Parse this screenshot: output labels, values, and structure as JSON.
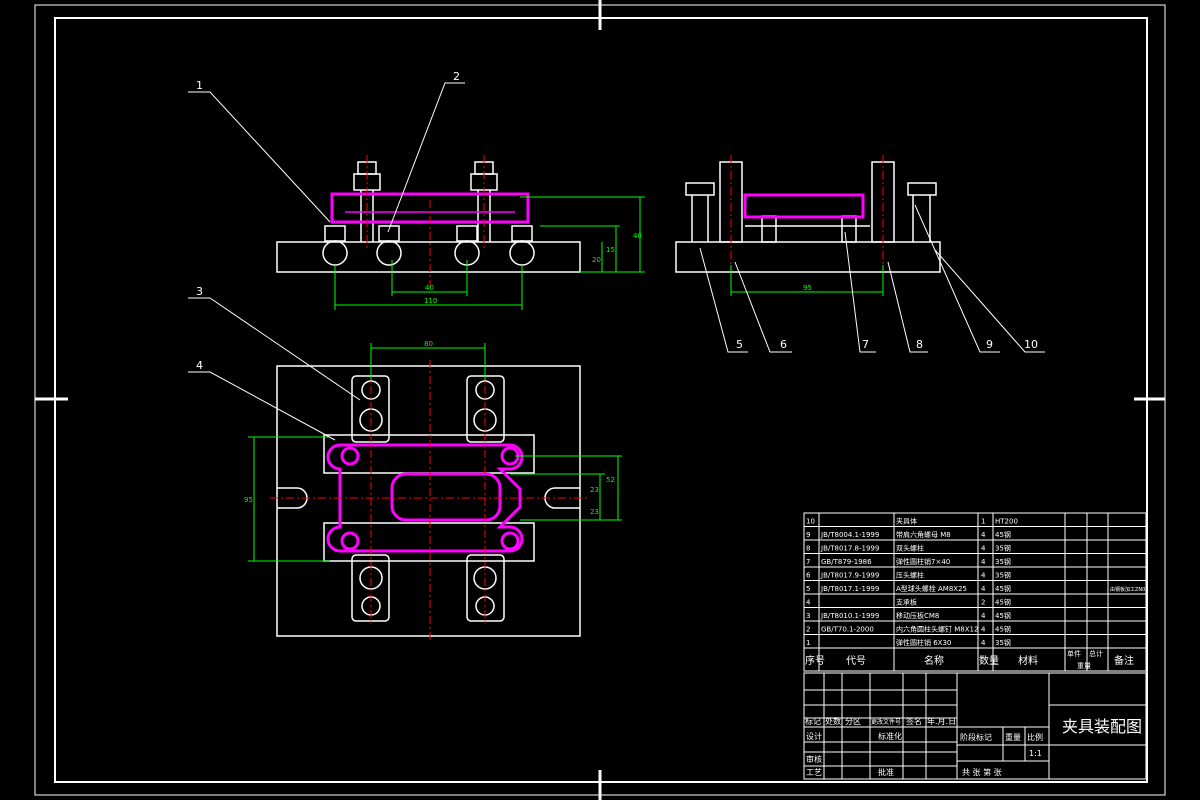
{
  "colors": {
    "background": "#000000",
    "outline": "#ffffff",
    "clamp": "#ff00ff",
    "dimension": "#00ff00",
    "center": "#ff0000"
  },
  "balloons": [
    "1",
    "2",
    "3",
    "4",
    "5",
    "6",
    "7",
    "8",
    "9",
    "10"
  ],
  "dimensions": {
    "front_width": "110",
    "front_inner": "40",
    "front_height": "40",
    "front_h2": "20",
    "front_h3": "15",
    "side_width": "95",
    "plan_top": "80",
    "plan_left": "95",
    "plan_r1": "52",
    "plan_r2": "23",
    "plan_r3": "23"
  },
  "bom": {
    "rows": [
      {
        "no": "10",
        "code": "",
        "name": "夹具体",
        "qty": "1",
        "material": "HT200",
        "note": ""
      },
      {
        "no": "9",
        "code": "JB/T8004.1-1999",
        "name": "带肩六角螺母 M8",
        "qty": "4",
        "material": "45钢",
        "note": ""
      },
      {
        "no": "8",
        "code": "JB/T8017.8-1999",
        "name": "双头螺柱",
        "qty": "4",
        "material": "35钢",
        "note": ""
      },
      {
        "no": "7",
        "code": "GB/T879-1986",
        "name": "弹性圆柱销7×40",
        "qty": "4",
        "material": "35钢",
        "note": ""
      },
      {
        "no": "6",
        "code": "JB/T8017.9-1999",
        "name": "压头螺柱",
        "qty": "4",
        "material": "35钢",
        "note": ""
      },
      {
        "no": "5",
        "code": "JB/T8017.1-1999",
        "name": "A型球头螺栓 AM8X25",
        "qty": "4",
        "material": "45钢",
        "note": "由钢板加工ZN0"
      },
      {
        "no": "4",
        "code": "",
        "name": "支承板",
        "qty": "2",
        "material": "45钢",
        "note": ""
      },
      {
        "no": "3",
        "code": "JB/T8010.1-1999",
        "name": "移动压板CM8",
        "qty": "4",
        "material": "45钢",
        "note": ""
      },
      {
        "no": "2",
        "code": "GB/T70.1-2000",
        "name": "内六角圆柱头螺钉 M8X12",
        "qty": "4",
        "material": "45钢",
        "note": ""
      },
      {
        "no": "1",
        "code": "",
        "name": "弹性圆柱销 6X30",
        "qty": "4",
        "material": "35钢",
        "note": ""
      }
    ],
    "header": {
      "no": "序号",
      "code": "代号",
      "name": "名称",
      "qty": "数量",
      "material": "材料",
      "unit_weight": "单件",
      "total_weight": "总计",
      "weight": "重量",
      "note": "备注"
    }
  },
  "title_block": {
    "title": "夹具装配图",
    "revision_labels": [
      "标记",
      "处数",
      "分区",
      "更改文件号",
      "签名",
      "年.月.日"
    ],
    "design": "设计",
    "standardize": "标准化",
    "review": "审核",
    "process": "工艺",
    "approve": "批准",
    "stage_label": "阶段标记",
    "weight_label": "重量",
    "scale_label": "比例",
    "scale_value": "1:1",
    "sheet_label": "共 张 第 张"
  }
}
